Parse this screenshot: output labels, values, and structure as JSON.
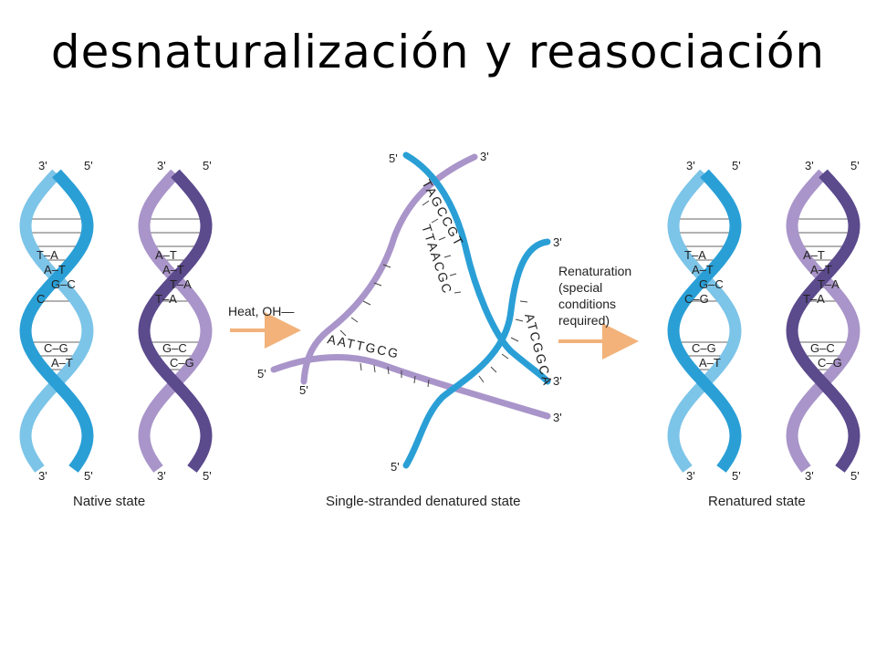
{
  "title": "desnaturalización y reasociación",
  "colors": {
    "blue": "#2a9fd6",
    "blue_dark": "#1a7fb0",
    "purple": "#5b4a8c",
    "purple_light": "#a995c9",
    "arrow": "#f2b27a"
  },
  "ends": {
    "three": "3'",
    "five": "5'"
  },
  "panels": {
    "native": "Native state",
    "denatured": "Single-stranded denatured state",
    "renatured": "Renatured state"
  },
  "arrows": {
    "heat": "Heat, OH—",
    "renaturation": [
      "Renaturation",
      "(special",
      "conditions",
      "required)"
    ]
  },
  "helix_pairs": {
    "blue_native": [
      "T–A",
      "A–T",
      "G–C",
      "C",
      "C–G",
      "A–T"
    ],
    "purple_native": [
      "A–T",
      "A–T",
      "T–A",
      "T–A",
      "G–C",
      "C–G"
    ],
    "blue_renatured": [
      "T–A",
      "A–T",
      "G–C",
      "C–G",
      "C–G",
      "A–T"
    ],
    "purple_renatured": [
      "A–T",
      "A–T",
      "T–A",
      "T–A",
      "G–C",
      "C–G"
    ]
  },
  "denatured_sequences": {
    "top": "TAGCCGT",
    "left": "TTAACGC",
    "right": "ATCGGCA",
    "bottom": "AATTGCG"
  }
}
